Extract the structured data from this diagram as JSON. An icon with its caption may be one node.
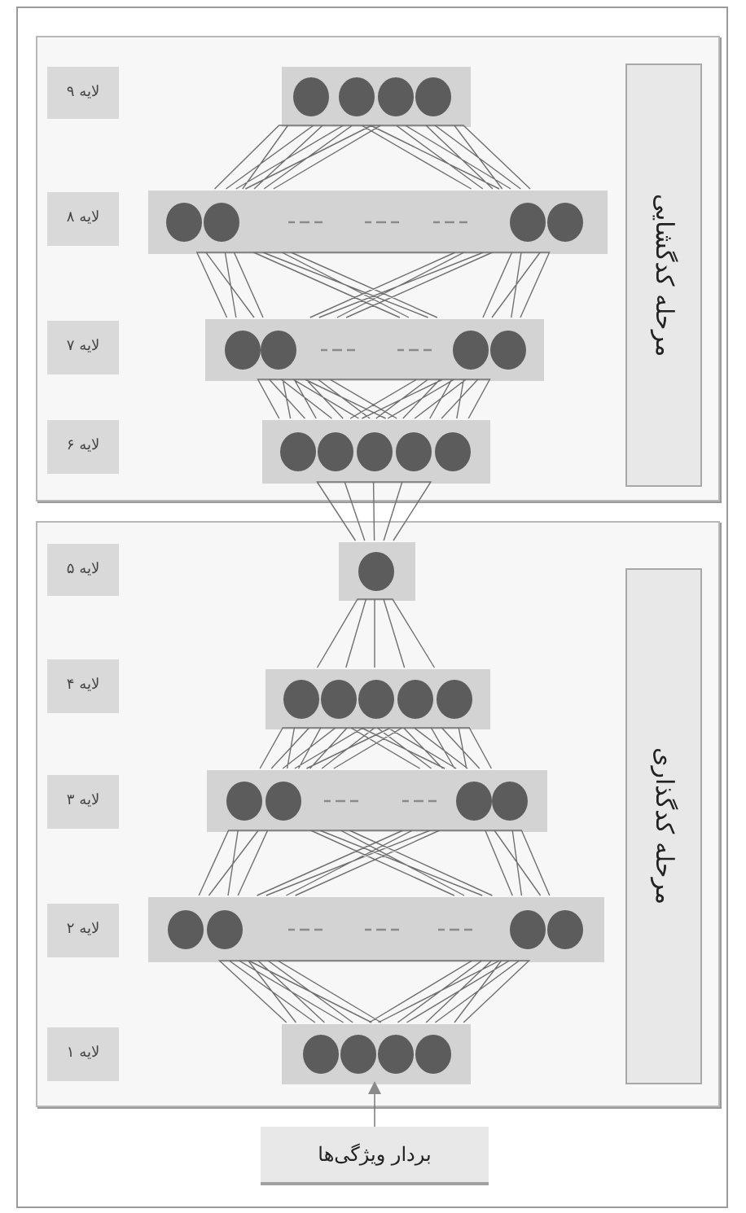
{
  "diagram": {
    "nodes": [
      {
        "text": [],
        "shape": "box"
      },
      {
        "text": [
          "لایه ۹"
        ],
        "in": 0
      },
      {
        "text": [
          "لایه ۸"
        ],
        "in": 0
      },
      {
        "text": [
          "لایه ۷"
        ],
        "in": 0
      },
      {
        "text": [
          "لایه ۶"
        ],
        "in": 0
      },
      {
        "text": [
          "مرحله کدگشایی"
        ],
        "in": 0
      },
      {
        "text": [],
        "shape": "bar",
        "in": 0
      },
      {
        "text": [],
        "shape": "bar",
        "in": 0
      },
      {
        "text": [],
        "shape": "bar",
        "in": 0
      },
      {
        "text": [],
        "shape": "bar",
        "in": 0
      },
      {
        "text": [],
        "shape": "box"
      },
      {
        "text": [
          "لایه ۵"
        ],
        "in": 10
      },
      {
        "text": [
          "لایه ۴"
        ],
        "in": 10
      },
      {
        "text": [
          "لایه ۳"
        ],
        "in": 10
      },
      {
        "text": [
          "لایه ۲"
        ],
        "in": 10
      },
      {
        "text": [
          "لایه ۱"
        ],
        "in": 10
      },
      {
        "text": [
          "مرحله کدگذاری"
        ],
        "in": 10
      },
      {
        "text": [],
        "shape": "bar",
        "in": 10
      },
      {
        "text": [],
        "shape": "bar",
        "in": 10
      },
      {
        "text": [],
        "shape": "bar",
        "in": 10
      },
      {
        "text": [],
        "shape": "bar",
        "in": 10
      },
      {
        "text": [],
        "shape": "bar",
        "in": 10
      },
      {
        "text": [
          "بردار ویژگی‌ها"
        ]
      }
    ],
    "edges": [
      {
        "from": 6,
        "to": 7,
        "arrow": "none"
      },
      {
        "from": 7,
        "to": 8,
        "arrow": "none"
      },
      {
        "from": 8,
        "to": 9,
        "arrow": "none"
      },
      {
        "from": 9,
        "to": 17,
        "arrow": "none"
      },
      {
        "from": 17,
        "to": 18,
        "arrow": "none"
      },
      {
        "from": 18,
        "to": 19,
        "arrow": "none"
      },
      {
        "from": 19,
        "to": 20,
        "arrow": "none"
      },
      {
        "from": 20,
        "to": 21,
        "arrow": "none"
      },
      {
        "from": 22,
        "to": 21,
        "arrow": "to"
      }
    ]
  }
}
